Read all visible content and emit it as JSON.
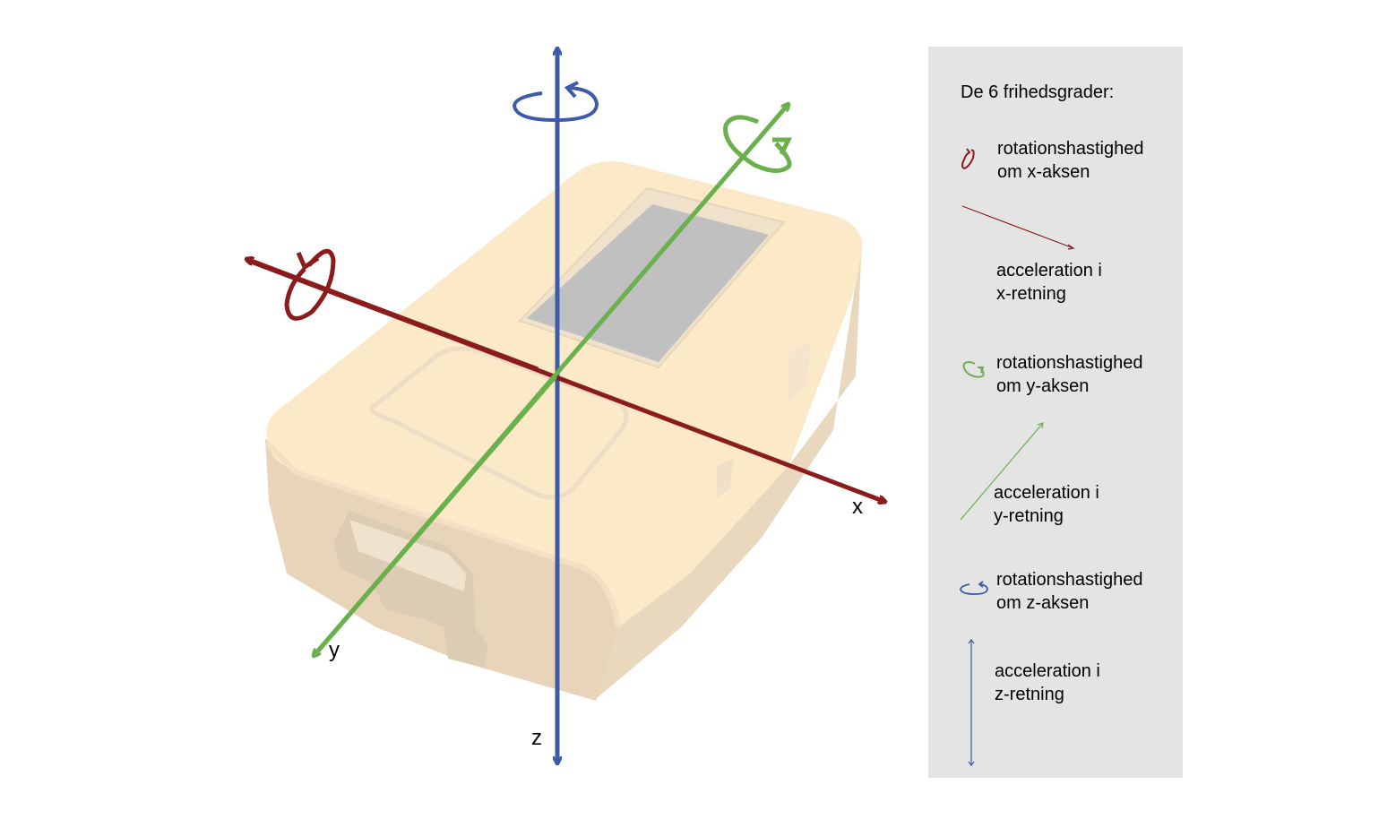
{
  "colors": {
    "x_axis": "#8b1c1c",
    "y_axis": "#6ab04c",
    "z_axis": "#3c5ba8",
    "device_fill": "#fbe8c4",
    "device_side": "#e8d4b8",
    "screen": "#bcbcbc",
    "legend_bg": "#e4e4e4"
  },
  "axes": {
    "x_label": "x",
    "y_label": "y",
    "z_label": "z"
  },
  "legend": {
    "title": "De 6 frihedsgrader:",
    "items": [
      {
        "icon": "rotation-x-icon",
        "line1": "rotationshastighed",
        "line2": "om x-aksen",
        "color": "#8b1c1c"
      },
      {
        "icon": "acceleration-x-icon",
        "line1": "acceleration i",
        "line2": "x-retning",
        "color": "#8b1c1c"
      },
      {
        "icon": "rotation-y-icon",
        "line1": "rotationshastighed",
        "line2": "om y-aksen",
        "color": "#6ab04c"
      },
      {
        "icon": "acceleration-y-icon",
        "line1": "acceleration i",
        "line2": "y-retning",
        "color": "#6ab04c"
      },
      {
        "icon": "rotation-z-icon",
        "line1": "rotationshastighed",
        "line2": "om z-aksen",
        "color": "#3c5ba8"
      },
      {
        "icon": "acceleration-z-icon",
        "line1": "acceleration i",
        "line2": "z-retning",
        "color": "#3c5ba8"
      }
    ]
  }
}
